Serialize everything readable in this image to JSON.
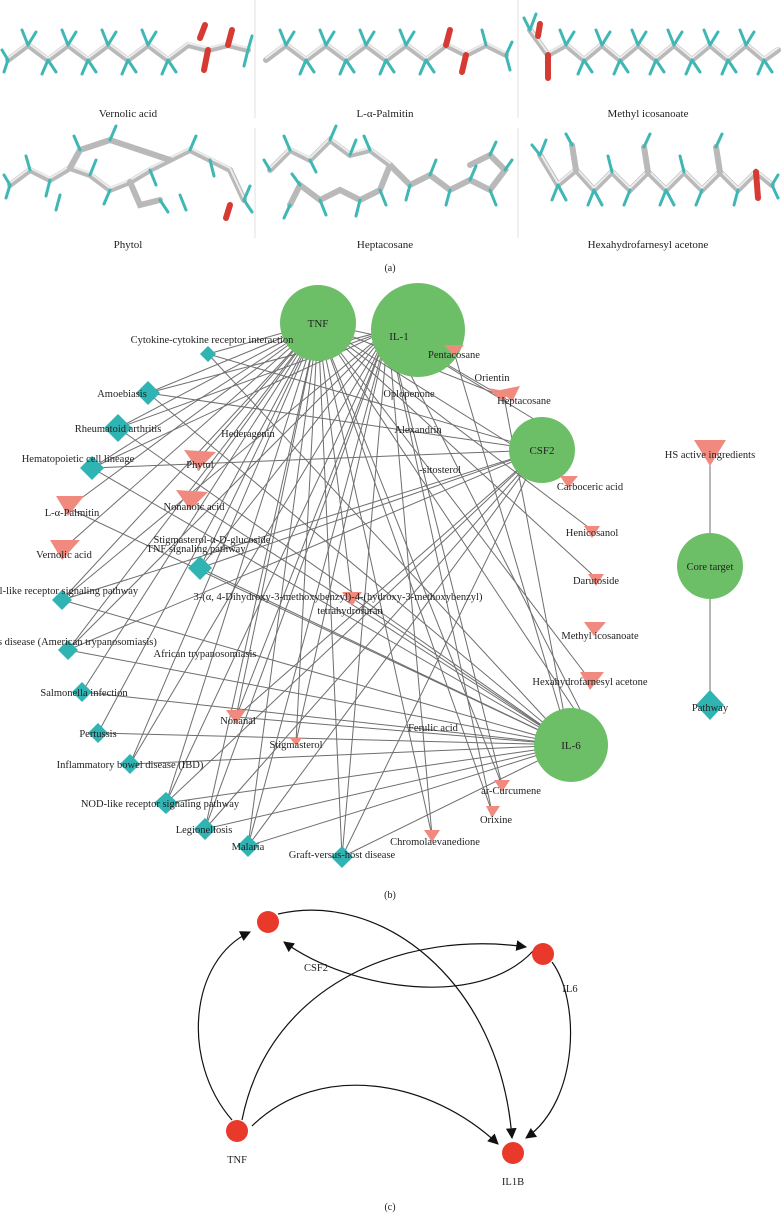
{
  "panel_a": {
    "molecules": [
      {
        "name": "Vernolic acid"
      },
      {
        "name": "L-α-Palmitin"
      },
      {
        "name": "Methyl icosanoate"
      },
      {
        "name": "Phytol"
      },
      {
        "name": "Heptacosane"
      },
      {
        "name": "Hexahydrofarnesyl acetone"
      }
    ],
    "caption": "(a)"
  },
  "panel_b": {
    "caption": "(b)",
    "targets": [
      "TNF",
      "IL-1",
      "CSF2",
      "IL-6"
    ],
    "ingredients": [
      "Pentacosane",
      "Orientin",
      "Heptacosane",
      "Oplopenone",
      "Alexandrin",
      "Hederagenin",
      "Phytol",
      "-sitosterol",
      "L-α-Palmitin",
      "Nonanoic acid",
      "Vernolic acid",
      "Stigmasterol-α-D-glucoside",
      "Carboceric acid",
      "Henicosanol",
      "Darutoside",
      "Methyl icosanoate",
      "Hexahydrofarnesyl acetone",
      "Ferulic acid",
      "Nonanal",
      "Stigmasterol",
      "ar-Curcumene",
      "Orixine",
      "Chromolaevanedione"
    ],
    "long_label_1": "3-(α, 4-Dihydroxy-3-methoxybenzyl)-4-(hydroxy-3-methoxybenzyl)",
    "long_label_2": "tetrahydrofuran",
    "pathways": [
      "Cytokine-cytokine receptor interaction",
      "Amoebiasis",
      "Rheumatoid arthritis",
      "Hematopoietic cell lineage",
      "TNF signaling pathway",
      "Toll-like receptor signaling pathway",
      "Chagas disease (American trypanosomiasis)",
      "African trypanosomiasis",
      "Salmonella infection",
      "Pertussis",
      "Inflammatory bowel disease (IBD)",
      "NOD-like receptor signaling pathway",
      "Legionellosis",
      "Malaria",
      "Graft-versus-host disease"
    ],
    "legend": {
      "ingredient": "HS active ingredients",
      "target": "Core target",
      "pathway": "Pathway"
    }
  },
  "panel_c": {
    "caption": "(c)",
    "nodes": [
      "CSF2",
      "IL6",
      "TNF",
      "IL1B"
    ]
  },
  "colors": {
    "target": "#6cbf67",
    "ingredient": "#f08a7e",
    "pathway": "#2fb3b3",
    "ppi_node": "#e8392b"
  }
}
